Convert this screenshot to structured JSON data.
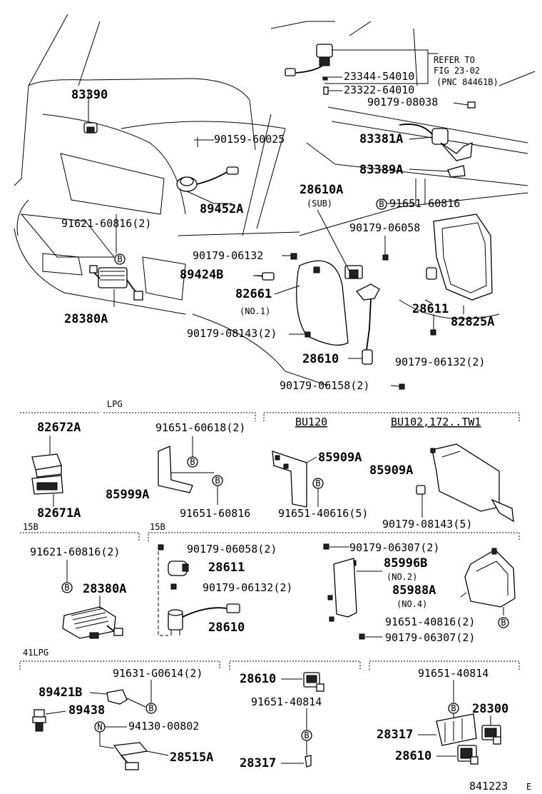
{
  "labels": {
    "p83390": "83390",
    "p90159": "90159-60025",
    "p89452A": "89452A",
    "p23344": "23344-54010",
    "p23322": "23322-64010",
    "refer1": "REFER TO",
    "refer2": "FIG 23-02",
    "refer3": "(PNC 84461B)",
    "p90179_08038": "90179-08038",
    "p83381A": "83381A",
    "p83389A": "83389A",
    "p28610A": "28610A",
    "sub": "(SUB)",
    "p91651_60816_top": "91651-60816",
    "p90179_06058_top": "90179-06058",
    "p91621_top": "91621-60816(2)",
    "p90179_06132_top": "90179-06132",
    "p89424B": "89424B",
    "p82661": "82661",
    "no1": "(NO.1)",
    "p28611_top": "28611",
    "p82825A": "82825A",
    "p28380A_top": "28380A",
    "p90179_08143_top": "90179-08143(2)",
    "p28610_top": "28610",
    "p90179_06132_2": "90179-06132(2)",
    "p90179_06158": "90179-06158(2)",
    "lpg": "LPG",
    "bu120": "BU120",
    "bu102": "BU102,172..TW1",
    "p82672A": "82672A",
    "p82671A": "82671A",
    "p91651_60618": "91651-60618(2)",
    "p85999A": "85999A",
    "p91651_60816_mid": "91651-60816",
    "p85909A_1": "85909A",
    "p91651_40616": "91651-40616(5)",
    "p85909A_2": "85909A",
    "p90179_08143_mid": "90179-08143(5)",
    "s15b_1": "15B",
    "s15b_2": "15B",
    "p91621_mid": "91621-60816(2)",
    "p28380A_mid": "28380A",
    "p90179_06058_mid": "90179-06058(2)",
    "p28611_mid": "28611",
    "p90179_06132_mid": "90179-06132(2)",
    "p28610_mid": "28610",
    "p90179_06307_a": "90179-06307(2)",
    "p85996B": "85996B",
    "no2": "(NO.2)",
    "p85988A": "85988A",
    "no4": "(NO.4)",
    "p91651_40816": "91651-40816(2)",
    "p90179_06307_b": "90179-06307(2)",
    "s41lpg": "41LPG",
    "p91631": "91631-G0614(2)",
    "p89421B": "89421B",
    "p89438": "89438",
    "p94130": "94130-00802",
    "p28515A": "28515A",
    "p28610_b1": "28610",
    "p91651_40814_a": "91651-40814",
    "p28317_a": "28317",
    "p91651_40814_b": "91651-40814",
    "p28300": "28300",
    "p28317_b": "28317",
    "p28610_b2": "28610",
    "figno": "841223",
    "figsuffix": "E",
    "sym_b": "B",
    "sym_n": "N"
  }
}
